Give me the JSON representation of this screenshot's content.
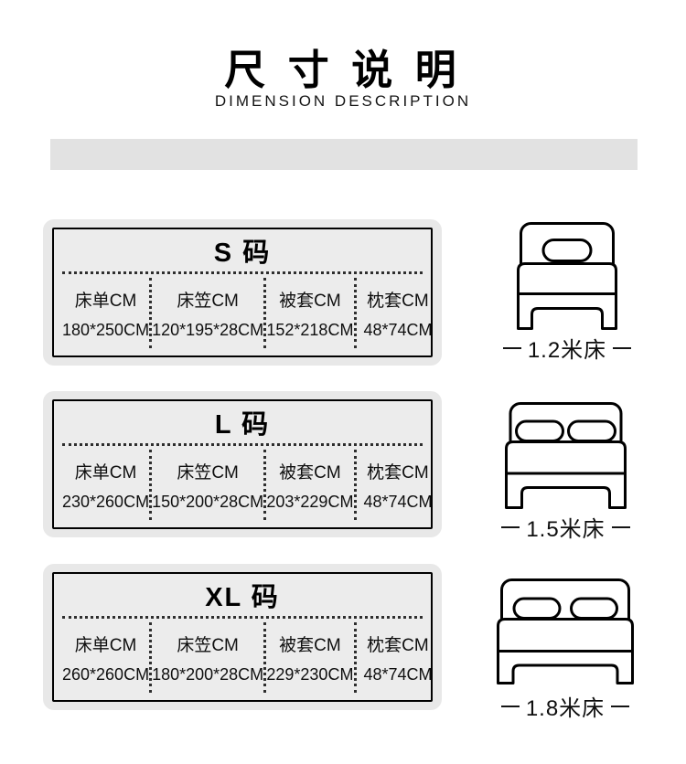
{
  "header": {
    "title": "尺 寸 说 明",
    "subtitle": "DIMENSION DESCRIPTION"
  },
  "size_cards": [
    {
      "size_label": "S 码",
      "columns": [
        {
          "name": "床单CM",
          "value": "180*250CM"
        },
        {
          "name": "床笠CM",
          "value": "120*195*28CM"
        },
        {
          "name": "被套CM",
          "value": "152*218CM"
        },
        {
          "name": "枕套CM",
          "value": "48*74CM"
        }
      ],
      "bed": {
        "icon": "single-bed-icon",
        "label": "1.2米床"
      }
    },
    {
      "size_label": "L 码",
      "columns": [
        {
          "name": "床单CM",
          "value": "230*260CM"
        },
        {
          "name": "床笠CM",
          "value": "150*200*28CM"
        },
        {
          "name": "被套CM",
          "value": "203*229CM"
        },
        {
          "name": "枕套CM",
          "value": "48*74CM"
        }
      ],
      "bed": {
        "icon": "double-bed-icon",
        "label": "1.5米床"
      }
    },
    {
      "size_label": "XL 码",
      "columns": [
        {
          "name": "床单CM",
          "value": "260*260CM"
        },
        {
          "name": "床笠CM",
          "value": "180*200*28CM"
        },
        {
          "name": "被套CM",
          "value": "229*230CM"
        },
        {
          "name": "枕套CM",
          "value": "48*74CM"
        }
      ],
      "bed": {
        "icon": "king-bed-icon",
        "label": "1.8米床"
      }
    }
  ],
  "colors": {
    "divider_band": "#e2e2e2",
    "card_rim": "#e8e8e8",
    "card_interior": "#ececec",
    "border": "#000000",
    "text": "#111111"
  }
}
